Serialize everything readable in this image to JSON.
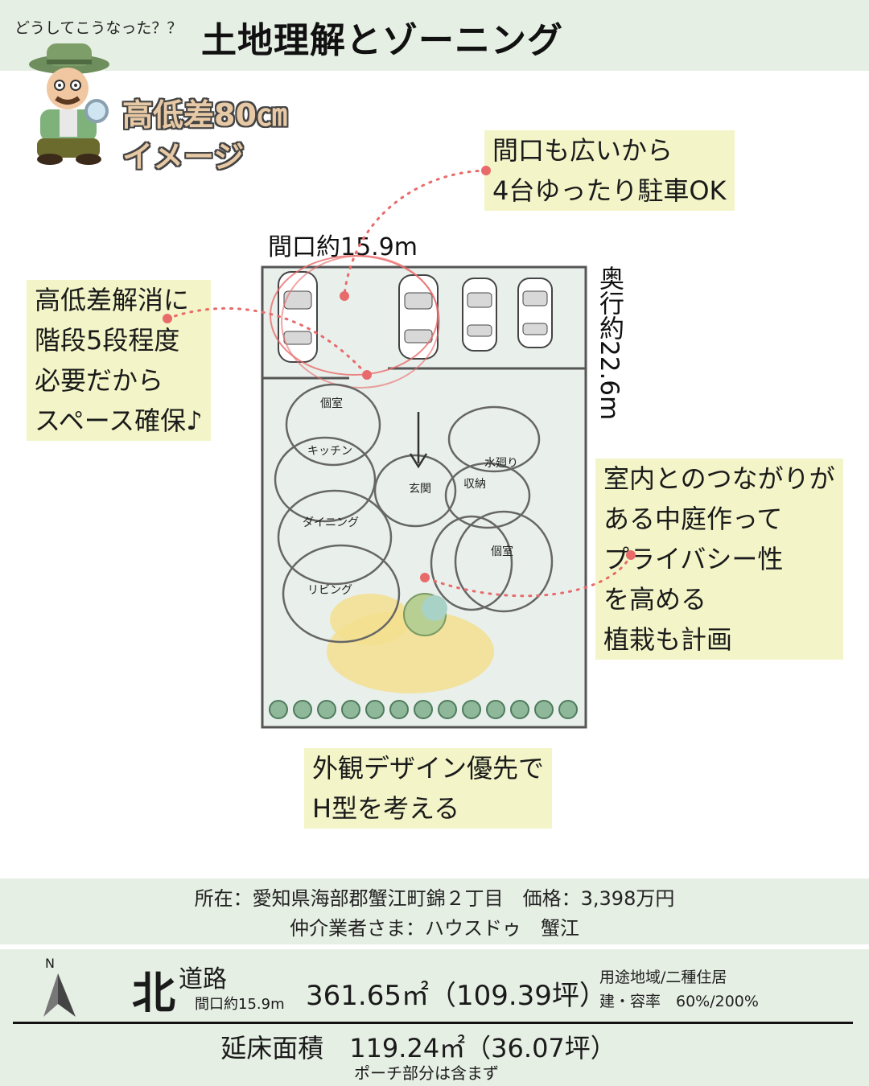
{
  "header": {
    "subtitle": "どうしてこうなった？？",
    "title": "土地理解とゾーニング"
  },
  "image_caption": {
    "line1": "高低差80㎝",
    "line2": "イメージ"
  },
  "dimensions": {
    "width": "間口約15.9m",
    "depth": "奥行約22.6m"
  },
  "notes": {
    "parking": [
      "間口も広いから",
      "4台ゆったり駐車OK"
    ],
    "stairs": [
      "高低差解消に",
      "階段5段程度",
      "必要だから",
      "スペース確保♪"
    ],
    "courtyard": [
      "室内とのつながりが",
      "ある中庭作って",
      "プライバシー性",
      "を高める",
      "植栽も計画"
    ],
    "design": [
      "外観デザイン優先で",
      "H型を考える"
    ]
  },
  "plan": {
    "rooms": {
      "room1": "個室",
      "kitchen": "キッチン",
      "dining": "ダイニング",
      "living": "リビング",
      "entrance": "玄関",
      "storage": "収納",
      "water": "水廻り",
      "room2": "個室"
    }
  },
  "info": {
    "location": "所在：愛知県海部郡蟹江町錦２丁目　価格：3,398万円",
    "agent": "仲介業者さま：ハウスドゥ　蟹江"
  },
  "summary": {
    "compass": "N",
    "road_dir": "北",
    "road_label": "道路",
    "frontage": "間口約15.9m",
    "area": "361.65㎡（109.39坪）",
    "zoning": "用途地域/二種住居",
    "ratio": "建・容率　60%/200%",
    "floor_area": "延床面積　119.24㎡（36.07坪）",
    "floor_note": "ポーチ部分は含まず"
  },
  "colors": {
    "band": "#e6efe4",
    "highlight": "#f3f5c8",
    "plan_fill": "#e9f0ec",
    "dotted": "#e86b6b",
    "garden": "#f3df8f"
  }
}
